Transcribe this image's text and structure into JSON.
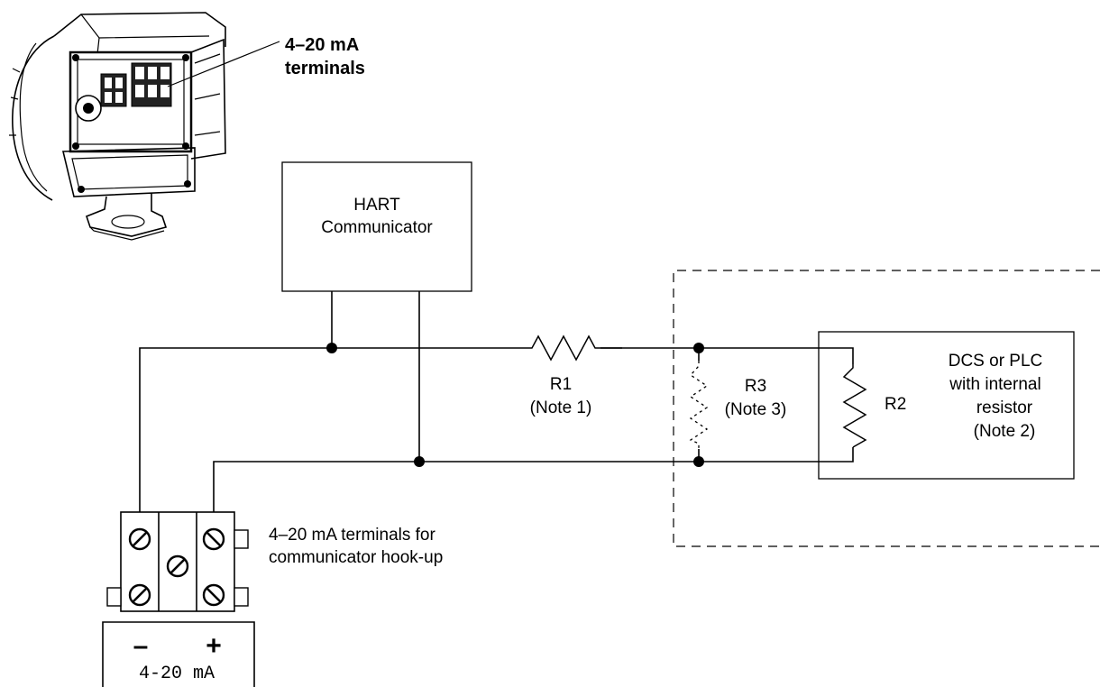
{
  "callout": {
    "line1": "4–20 mA",
    "line2": "terminals"
  },
  "hart": {
    "line1": "HART",
    "line2": "Communicator"
  },
  "r1": {
    "name": "R1",
    "note": "(Note 1)"
  },
  "r3": {
    "name": "R3",
    "note": "(Note 3)"
  },
  "r2": {
    "name": "R2"
  },
  "dcs": {
    "line1": "DCS or PLC",
    "line2": "with internal",
    "line3": "resistor",
    "line4": "(Note 2)"
  },
  "terminal_block": {
    "line1": "4–20 mA terminals for",
    "line2": "communicator hook-up"
  },
  "polarity": {
    "minus": "–",
    "plus": "+",
    "label": "4-20 mA"
  }
}
